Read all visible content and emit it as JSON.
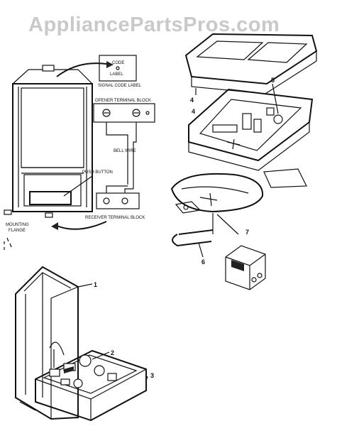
{
  "watermark": "AppliancePartsPros.com",
  "labels": {
    "code": "CODE",
    "label": "LABEL",
    "signal_code_label": "SIGNAL CODE LABEL",
    "opener_terminal_block": "OPENER TERMINAL BLOCK",
    "bell_wire": "BELL WIRE",
    "push_button": "PUSH BUTTON",
    "receiver_terminal_block": "RECEIVER TERMINAL BLOCK",
    "mounting": "MOUNTING",
    "flange": "FLANGE"
  },
  "callouts": [
    "1",
    "2",
    "3",
    "4",
    "4",
    "5",
    "6",
    "7"
  ]
}
